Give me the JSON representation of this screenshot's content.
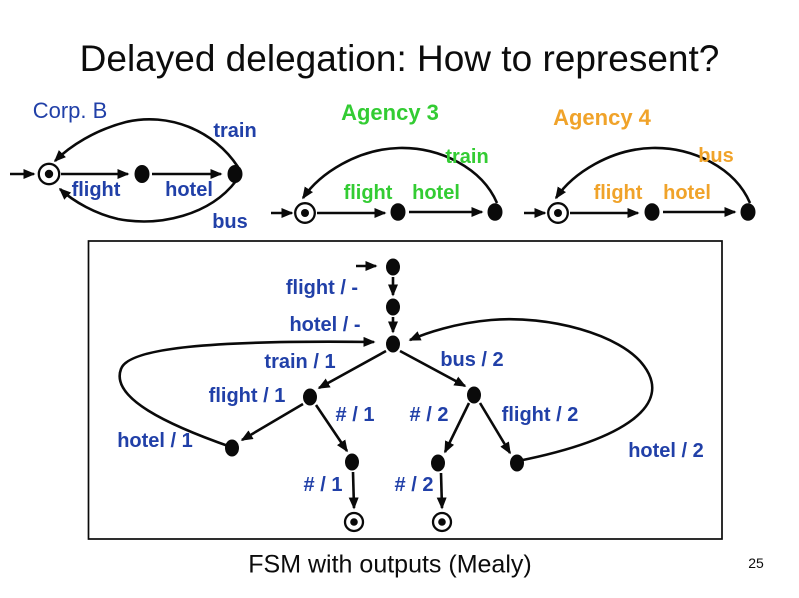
{
  "slide": {
    "title": "Delayed delegation: How to represent?",
    "caption": "FSM with outputs (Mealy)",
    "page_number": "25"
  },
  "colors": {
    "corp_blue": "#2140a8",
    "agency3_green": "#33cc33",
    "agency4_orange": "#f0a32a",
    "line_black": "#0a0a0a"
  },
  "corp_b": {
    "title": "Corp. B",
    "labels": {
      "flight": "flight",
      "hotel": "hotel",
      "train": "train",
      "bus": "bus"
    }
  },
  "agency3": {
    "title": "Agency 3",
    "labels": {
      "flight": "flight",
      "hotel": "hotel",
      "train": "train"
    }
  },
  "agency4": {
    "title": "Agency 4",
    "labels": {
      "flight": "flight",
      "hotel": "hotel",
      "bus": "bus"
    }
  },
  "mealy": {
    "labels": {
      "flight_none": "flight / -",
      "hotel_none": "hotel / -",
      "train_1": "train / 1",
      "bus_2": "bus / 2",
      "flight_1": "flight / 1",
      "hash_1_upper": "# / 1",
      "hash_2_upper": "# / 2",
      "flight_2": "flight / 2",
      "hotel_1": "hotel / 1",
      "hotel_2": "hotel / 2",
      "hash_1_lower": "# / 1",
      "hash_2_lower": "# / 2"
    }
  }
}
